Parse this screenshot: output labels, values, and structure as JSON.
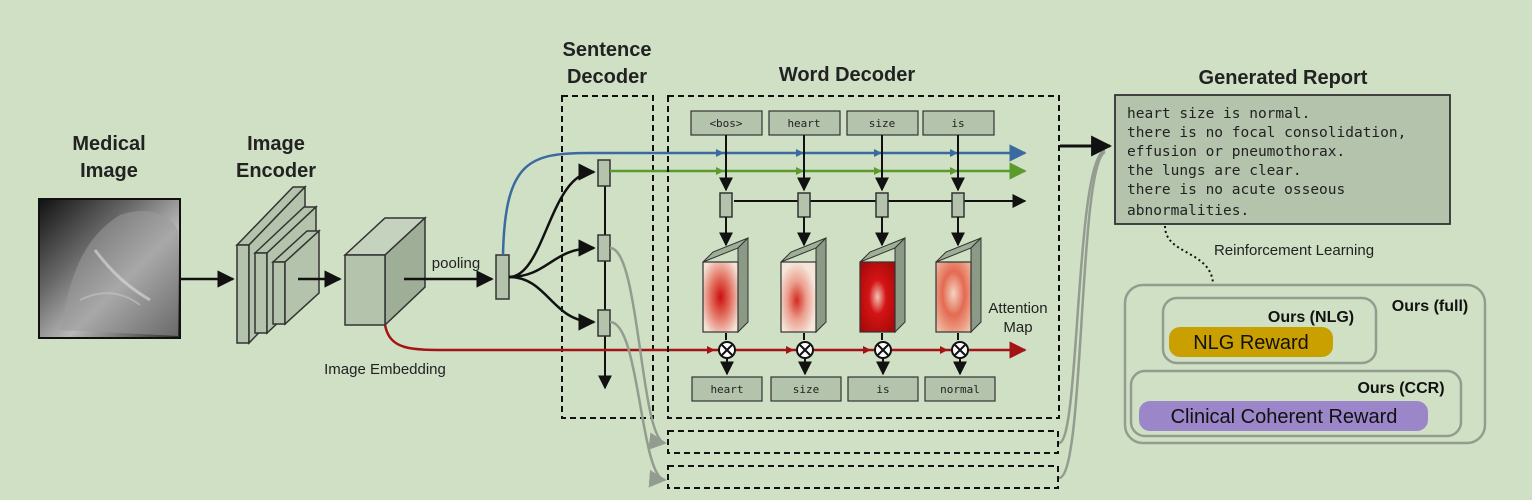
{
  "titles": {
    "medical_image": [
      "Medical",
      "Image"
    ],
    "image_encoder": [
      "Image",
      "Encoder"
    ],
    "sentence_decoder": [
      "Sentence",
      "Decoder"
    ],
    "word_decoder": "Word Decoder",
    "generated_report": "Generated Report"
  },
  "labels": {
    "pooling": "pooling",
    "image_embedding": "Image Embedding",
    "attention_map": [
      "Attention",
      "Map"
    ],
    "reinforcement_learning": "Reinforcement Learning"
  },
  "input_tokens": [
    "<bos>",
    "heart",
    "size",
    "is"
  ],
  "output_tokens": [
    "heart",
    "size",
    "is",
    "normal"
  ],
  "report_lines": [
    "heart size is normal.",
    "there is no focal consolidation,",
    "effusion or pneumothorax.",
    "the lungs are clear.",
    "there is no acute osseous",
    "abnormalities."
  ],
  "rewards": {
    "ours_full": "Ours (full)",
    "ours_nlg": "Ours (NLG)",
    "nlg_reward": "NLG Reward",
    "ours_ccr": "Ours (CCR)",
    "ccr_reward": "Clinical Coherent Reward"
  },
  "colors": {
    "background": "#cfe0c5",
    "box_fill": "#b4c3ac",
    "blue_flow": "#3a6aa0",
    "green_flow": "#5c9a2e",
    "red_flow": "#a41414",
    "gray_flow": "#939c8f",
    "nlg_reward": "#c9a000",
    "ccr_reward": "#9a86c8"
  }
}
